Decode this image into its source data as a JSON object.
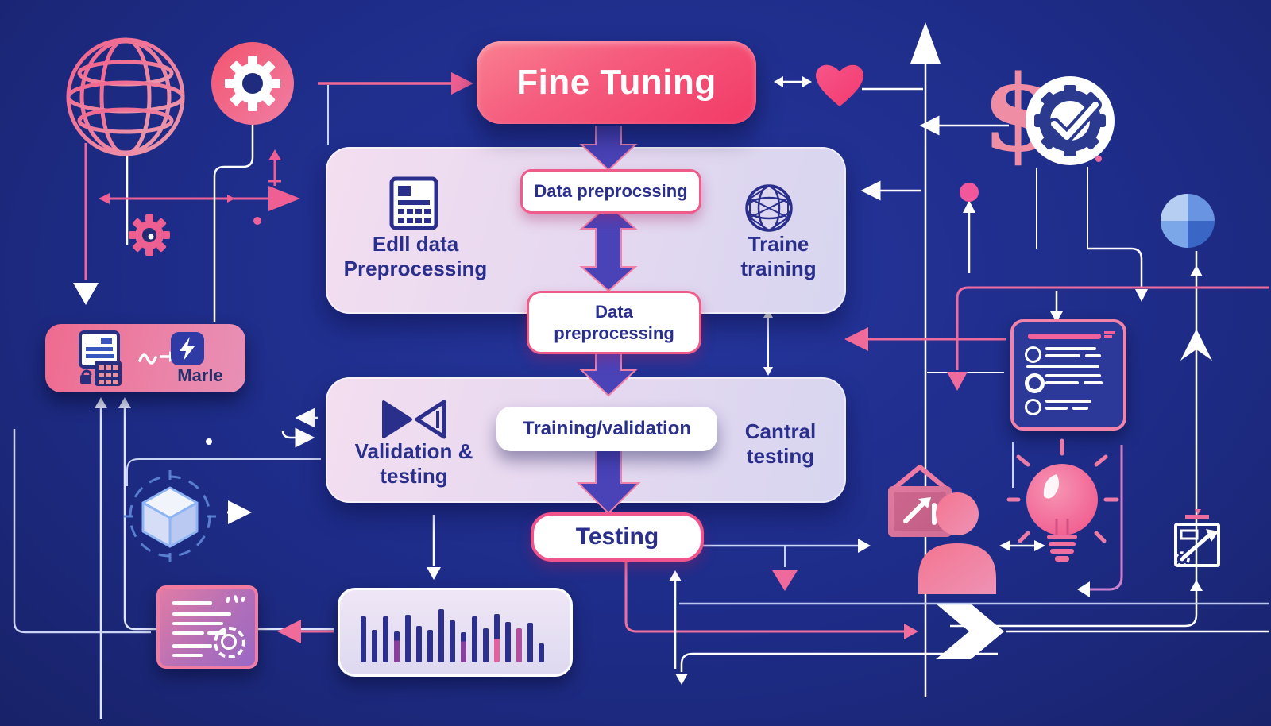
{
  "title": "Fine Tuning",
  "flow": {
    "pill_top": "Data preprocssing",
    "panel1_left1": "Edll data",
    "panel1_left2": "Preprocessing",
    "panel1_right1": "Traine",
    "panel1_right2": "training",
    "pill_mid1": "Data",
    "pill_mid2": "preprocessing",
    "pill_training": "Training/validation",
    "panel2_left1": "Validation &",
    "panel2_left2": "testing",
    "panel2_right1": "Cantral",
    "panel2_right2": "testing",
    "pill_testing": "Testing"
  },
  "left_panel": {
    "model_label": "Marle"
  },
  "glyphs": {
    "dollar": "$"
  },
  "icons": [
    "globe-wireframe",
    "gear-badge",
    "small-gear",
    "calendar",
    "network-globe",
    "bowtie",
    "document-calculator",
    "lightning-bolt",
    "cube-gear",
    "report-card",
    "seal",
    "heart",
    "dollar",
    "gear-check-badge",
    "pie-chart",
    "checklist",
    "signpost",
    "person",
    "lightbulb",
    "toolbox"
  ],
  "colors": {
    "background": "#1e2c88",
    "accent_pink": "#f05080",
    "deep_navy_text": "#2b2f8c",
    "flow_arrow_indigo": "#4a43b8",
    "panel_light": "#e9dcf0",
    "line_lavender": "#ccd4f6"
  },
  "chart_data": {
    "type": "bar",
    "title": "",
    "xlabel": "",
    "ylabel": "",
    "note": "decorative results bar chart, no axes or labels shown",
    "values": [
      79,
      55,
      78,
      53,
      81,
      62,
      55,
      90,
      72,
      51,
      79,
      58,
      83,
      69,
      58,
      67,
      32
    ],
    "bar_colors": [
      "navy",
      "navy",
      "navy",
      "purple",
      "navy",
      "navy",
      "navy",
      "navy",
      "navy",
      "purple",
      "navy",
      "navy",
      "pink",
      "navy",
      "magenta",
      "navy",
      "navy"
    ],
    "palette": {
      "navy": "#2c2f8c",
      "purple": "#8a3f9f",
      "magenta": "#b0509f",
      "pink": "#e2619f"
    }
  }
}
